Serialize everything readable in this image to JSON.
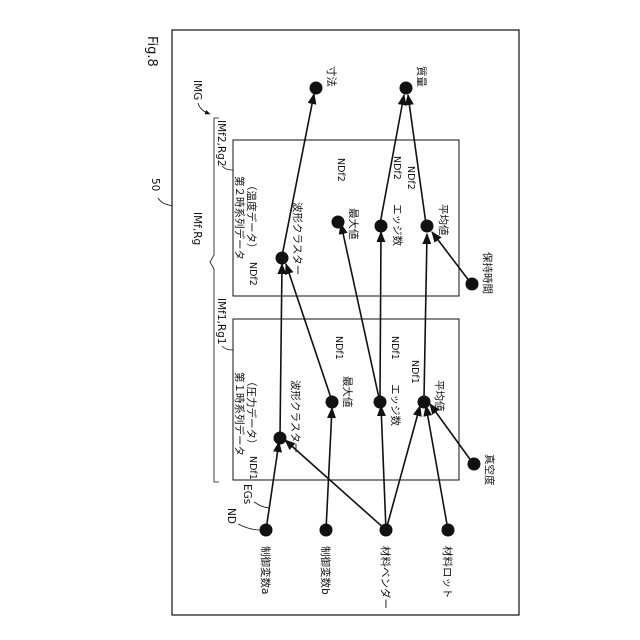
{
  "figure": {
    "label": "Fig.8",
    "ref_outer": "50",
    "ref_img": "IMG",
    "ref_imf": "IMf,Rg",
    "ref_imf1": "IMf1,Rg1",
    "ref_imf2": "IMf2,Rg2",
    "ref_nd": "ND",
    "ref_egs": "EGs"
  },
  "series1": {
    "title": "第１時系列データ",
    "subtitle": "（圧力データ）",
    "ndf_labels": [
      "NDf1",
      "NDf1",
      "NDf1",
      "NDf1"
    ]
  },
  "series2": {
    "title": "第２時系列データ",
    "subtitle": "（温度データ）",
    "ndf_labels": [
      "NDf2",
      "NDf2",
      "NDf2",
      "NDf2"
    ]
  },
  "inputs": [
    {
      "id": "a",
      "label": "制御変数a"
    },
    {
      "id": "b",
      "label": "制御変数b"
    },
    {
      "id": "vendor",
      "label": "材料ベンダー"
    },
    {
      "id": "lot",
      "label": "材料ロット"
    }
  ],
  "features1": [
    {
      "id": "f1_wave",
      "label": "波形クラスター"
    },
    {
      "id": "f1_max",
      "label": "最大値"
    },
    {
      "id": "f1_edge",
      "label": "エッジ数"
    },
    {
      "id": "f1_avg",
      "label": "平均値"
    }
  ],
  "features2": [
    {
      "id": "f2_wave",
      "label": "波形クラスター"
    },
    {
      "id": "f2_max",
      "label": "最大値"
    },
    {
      "id": "f2_edge",
      "label": "エッジ数"
    },
    {
      "id": "f2_avg",
      "label": "平均値"
    }
  ],
  "extras": [
    {
      "id": "vacuum",
      "label": "真空度"
    },
    {
      "id": "hold",
      "label": "保持時間"
    }
  ],
  "outputs": [
    {
      "id": "dim",
      "label": "寸法"
    },
    {
      "id": "mass",
      "label": "質量"
    }
  ]
}
